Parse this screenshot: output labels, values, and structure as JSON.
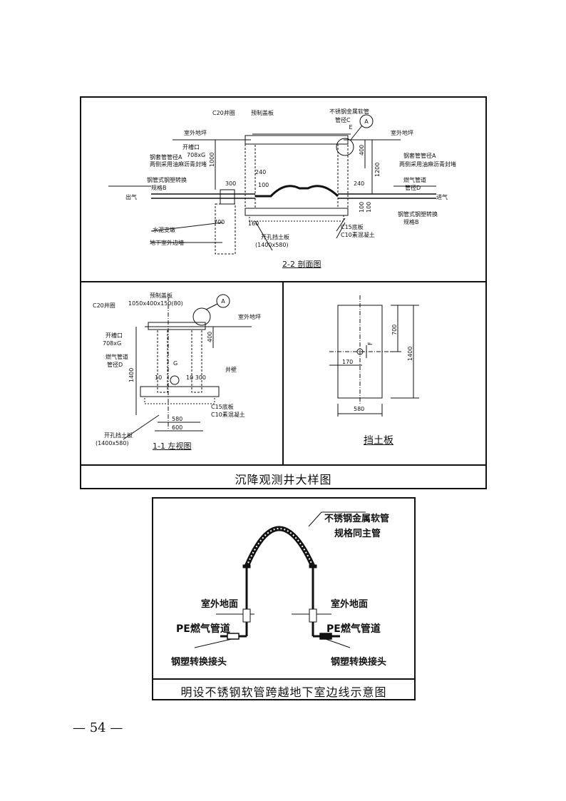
{
  "section_22": {
    "c20_ring": "C20井圈",
    "precast_cover": "预制盖板",
    "stainless_hose_l1": "不锈钢金属软管",
    "stainless_hose_l2": "管径C",
    "outdoor_ground": "室外地坪",
    "outdoor_ground_right": "室外地坪",
    "slot_opening": "开槽口",
    "slot_size": "708xG",
    "casing_l1": "钢套管管径A",
    "casing_l2": "两侧采用油麻沥青封堵",
    "casing_r1": "钢套管管径A",
    "casing_r2": "两侧采用油麻沥青封堵",
    "transition_l1": "钢管式钢塑转换",
    "transition_l2": "规格B",
    "gas_pipe_l1": "燃气管道",
    "gas_pipe_l2": "管径D",
    "transition_r1": "钢管式钢塑转换",
    "transition_r2": "规格B",
    "outlet": "出气",
    "inlet": "进气",
    "cement_support": "水泥支墩",
    "basement_edge": "地下室外边墙",
    "perforated_plate_l1": "开孔挡土板",
    "perforated_plate_l2": "(1400x580)",
    "c15_base": "C15底板",
    "c10_concrete": "C10素混凝土",
    "dim_e": "E",
    "dim_1000": "1000",
    "dim_300": "300",
    "dim_240": "240",
    "dim_100": "100",
    "dim_700": "700",
    "dim_160": "160",
    "dim_400": "400",
    "dim_1200": "1200",
    "dim_240r": "240",
    "dim_100r1": "100",
    "dim_100r2": "100",
    "callout": "A",
    "title": "2-2 剖面图"
  },
  "left_view": {
    "precast_cover_l1": "预制盖板",
    "precast_cover_l2": "1050x400x150(80)",
    "c20_ring": "C20井圈",
    "outdoor_ground": "室外地坪",
    "slot_opening": "开槽口",
    "slot_size": "708xG",
    "gas_pipe_l1": "燃气管道",
    "gas_pipe_l2": "管径D",
    "well_wall": "井壁",
    "dim_g": "G",
    "dim_10": "10",
    "dim_300": "10 300",
    "dim_1400": "1400",
    "dim_400": "400",
    "dim_580": "580",
    "dim_600": "600",
    "c15_base": "C15底板",
    "c10_concrete": "C10素混凝土",
    "perforated_plate_l1": "开孔挡土板",
    "perforated_plate_l2": "(1400x580)",
    "callout": "A",
    "title": "1-1 左视图"
  },
  "plate_view": {
    "dim_700": "700",
    "dim_1400": "1400",
    "dim_f": "F",
    "dim_170": "170",
    "dim_580": "580",
    "title": "挡土板"
  },
  "top_caption": "沉降观测井大样图",
  "hose_diagram": {
    "hose_l1": "不锈钢金属软管",
    "hose_l2": "规格同主管",
    "ground_left": "室外地面",
    "ground_right": "室外地面",
    "pe_left": "PE燃气管道",
    "pe_right": "PE燃气管道",
    "joint_left": "钢塑转换接头",
    "joint_right": "钢塑转换接头",
    "caption": "明设不锈钢软管跨越地下室边线示意图"
  },
  "page_number": "— 54 —"
}
